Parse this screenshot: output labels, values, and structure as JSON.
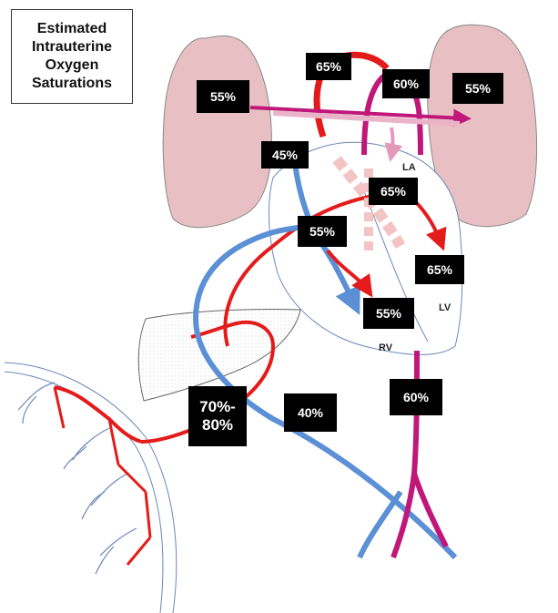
{
  "title_lines": [
    "Estimated",
    "Intrauterine",
    "Oxygen",
    "Saturations"
  ],
  "saturation_labels": {
    "left_lung": "55%",
    "right_lung": "55%",
    "aorta_arch": "65%",
    "pulmonary_artery": "60%",
    "svc": "45%",
    "la": "65%",
    "ra": "55%",
    "lv": "65%",
    "rv": "55%",
    "descending_aorta": "60%",
    "ivc": "40%",
    "umbilical_vein_line1": "70%-",
    "umbilical_vein_line2": "80%"
  },
  "chamber_labels": {
    "la": "LA",
    "lv": "LV",
    "rv": "RV"
  },
  "colors": {
    "oxygenated": "#e41b1b",
    "mixed": "#c0187a",
    "deoxygenated": "#5b8fd6",
    "lung": "#e8c0c4",
    "shunt_light": "#f2c4c4"
  }
}
